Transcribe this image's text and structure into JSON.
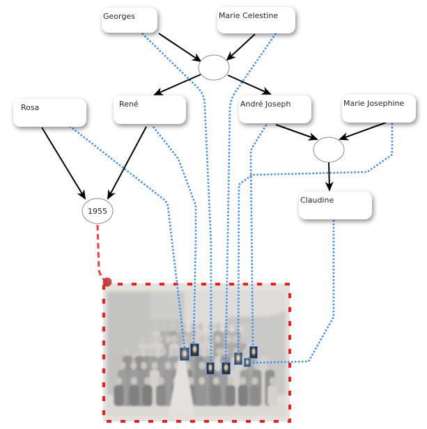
{
  "persons": [
    {
      "id": "georges",
      "name": "Georges"
    },
    {
      "id": "marie-celestine",
      "name": "Marie Celestine"
    },
    {
      "id": "rosa",
      "name": "Rosa"
    },
    {
      "id": "rene",
      "name": "René"
    },
    {
      "id": "andre-joseph",
      "name": "André Joseph"
    },
    {
      "id": "marie-josephine",
      "name": "Marie Josephine"
    },
    {
      "id": "claudine",
      "name": "Claudine"
    }
  ],
  "unions": [
    {
      "id": "union-georges-marie-celestine",
      "label": "",
      "partners": [
        "Georges",
        "Marie Celestine"
      ],
      "children": [
        "René",
        "André Joseph"
      ]
    },
    {
      "id": "union-andre-joseph-marie-josephine",
      "label": "",
      "partners": [
        "André Joseph",
        "Marie Josephine"
      ],
      "children": [
        "Claudine"
      ]
    },
    {
      "id": "union-rosa-rene",
      "label": "1955",
      "partners": [
        "Rosa",
        "René"
      ],
      "children": []
    }
  ],
  "photo": {
    "description": "group wedding photograph",
    "linked_event": "1955",
    "tagged_faces": [
      {
        "person": "Rosa"
      },
      {
        "person": "René"
      },
      {
        "person": "Georges"
      },
      {
        "person": "Marie Celestine"
      },
      {
        "person": "Marie Josephine"
      },
      {
        "person": "Claudine"
      },
      {
        "person": "André Joseph"
      }
    ]
  },
  "colors": {
    "face_link": "#3d8bf2",
    "event_link": "#ff1a1a",
    "event_anchor": "#c43a3a",
    "arrow": "#000000",
    "node_fill": "#ffffff",
    "union_stroke": "#8a8a8a"
  }
}
